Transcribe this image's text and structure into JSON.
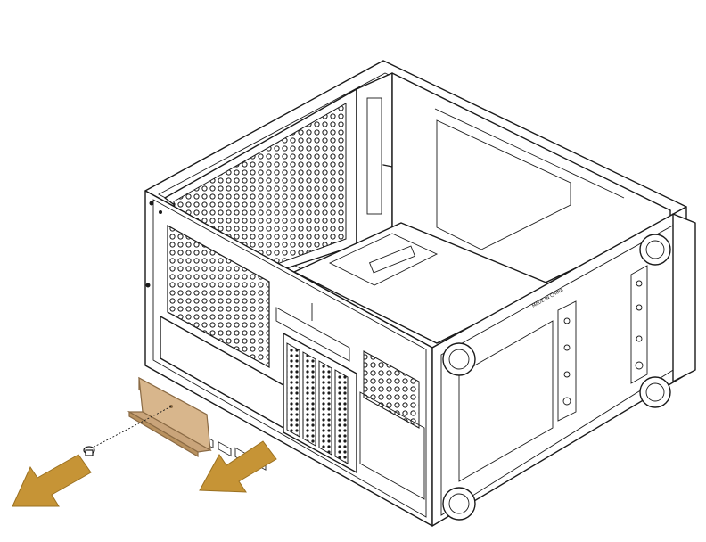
{
  "diagram": {
    "case_label": "MADE IN CHINA",
    "colors": {
      "line": "#1a1a1a",
      "bracket": "#c9a47a",
      "bracket_edge": "#8a6a44",
      "arrow": "#c69436",
      "arrow_edge": "#9a7020",
      "background": "#ffffff"
    },
    "parts": {
      "case": "pc-case",
      "bracket": "bracket",
      "screw": "thumb-screw",
      "arrows": [
        "removal-arrow-left",
        "removal-arrow-right"
      ]
    }
  }
}
